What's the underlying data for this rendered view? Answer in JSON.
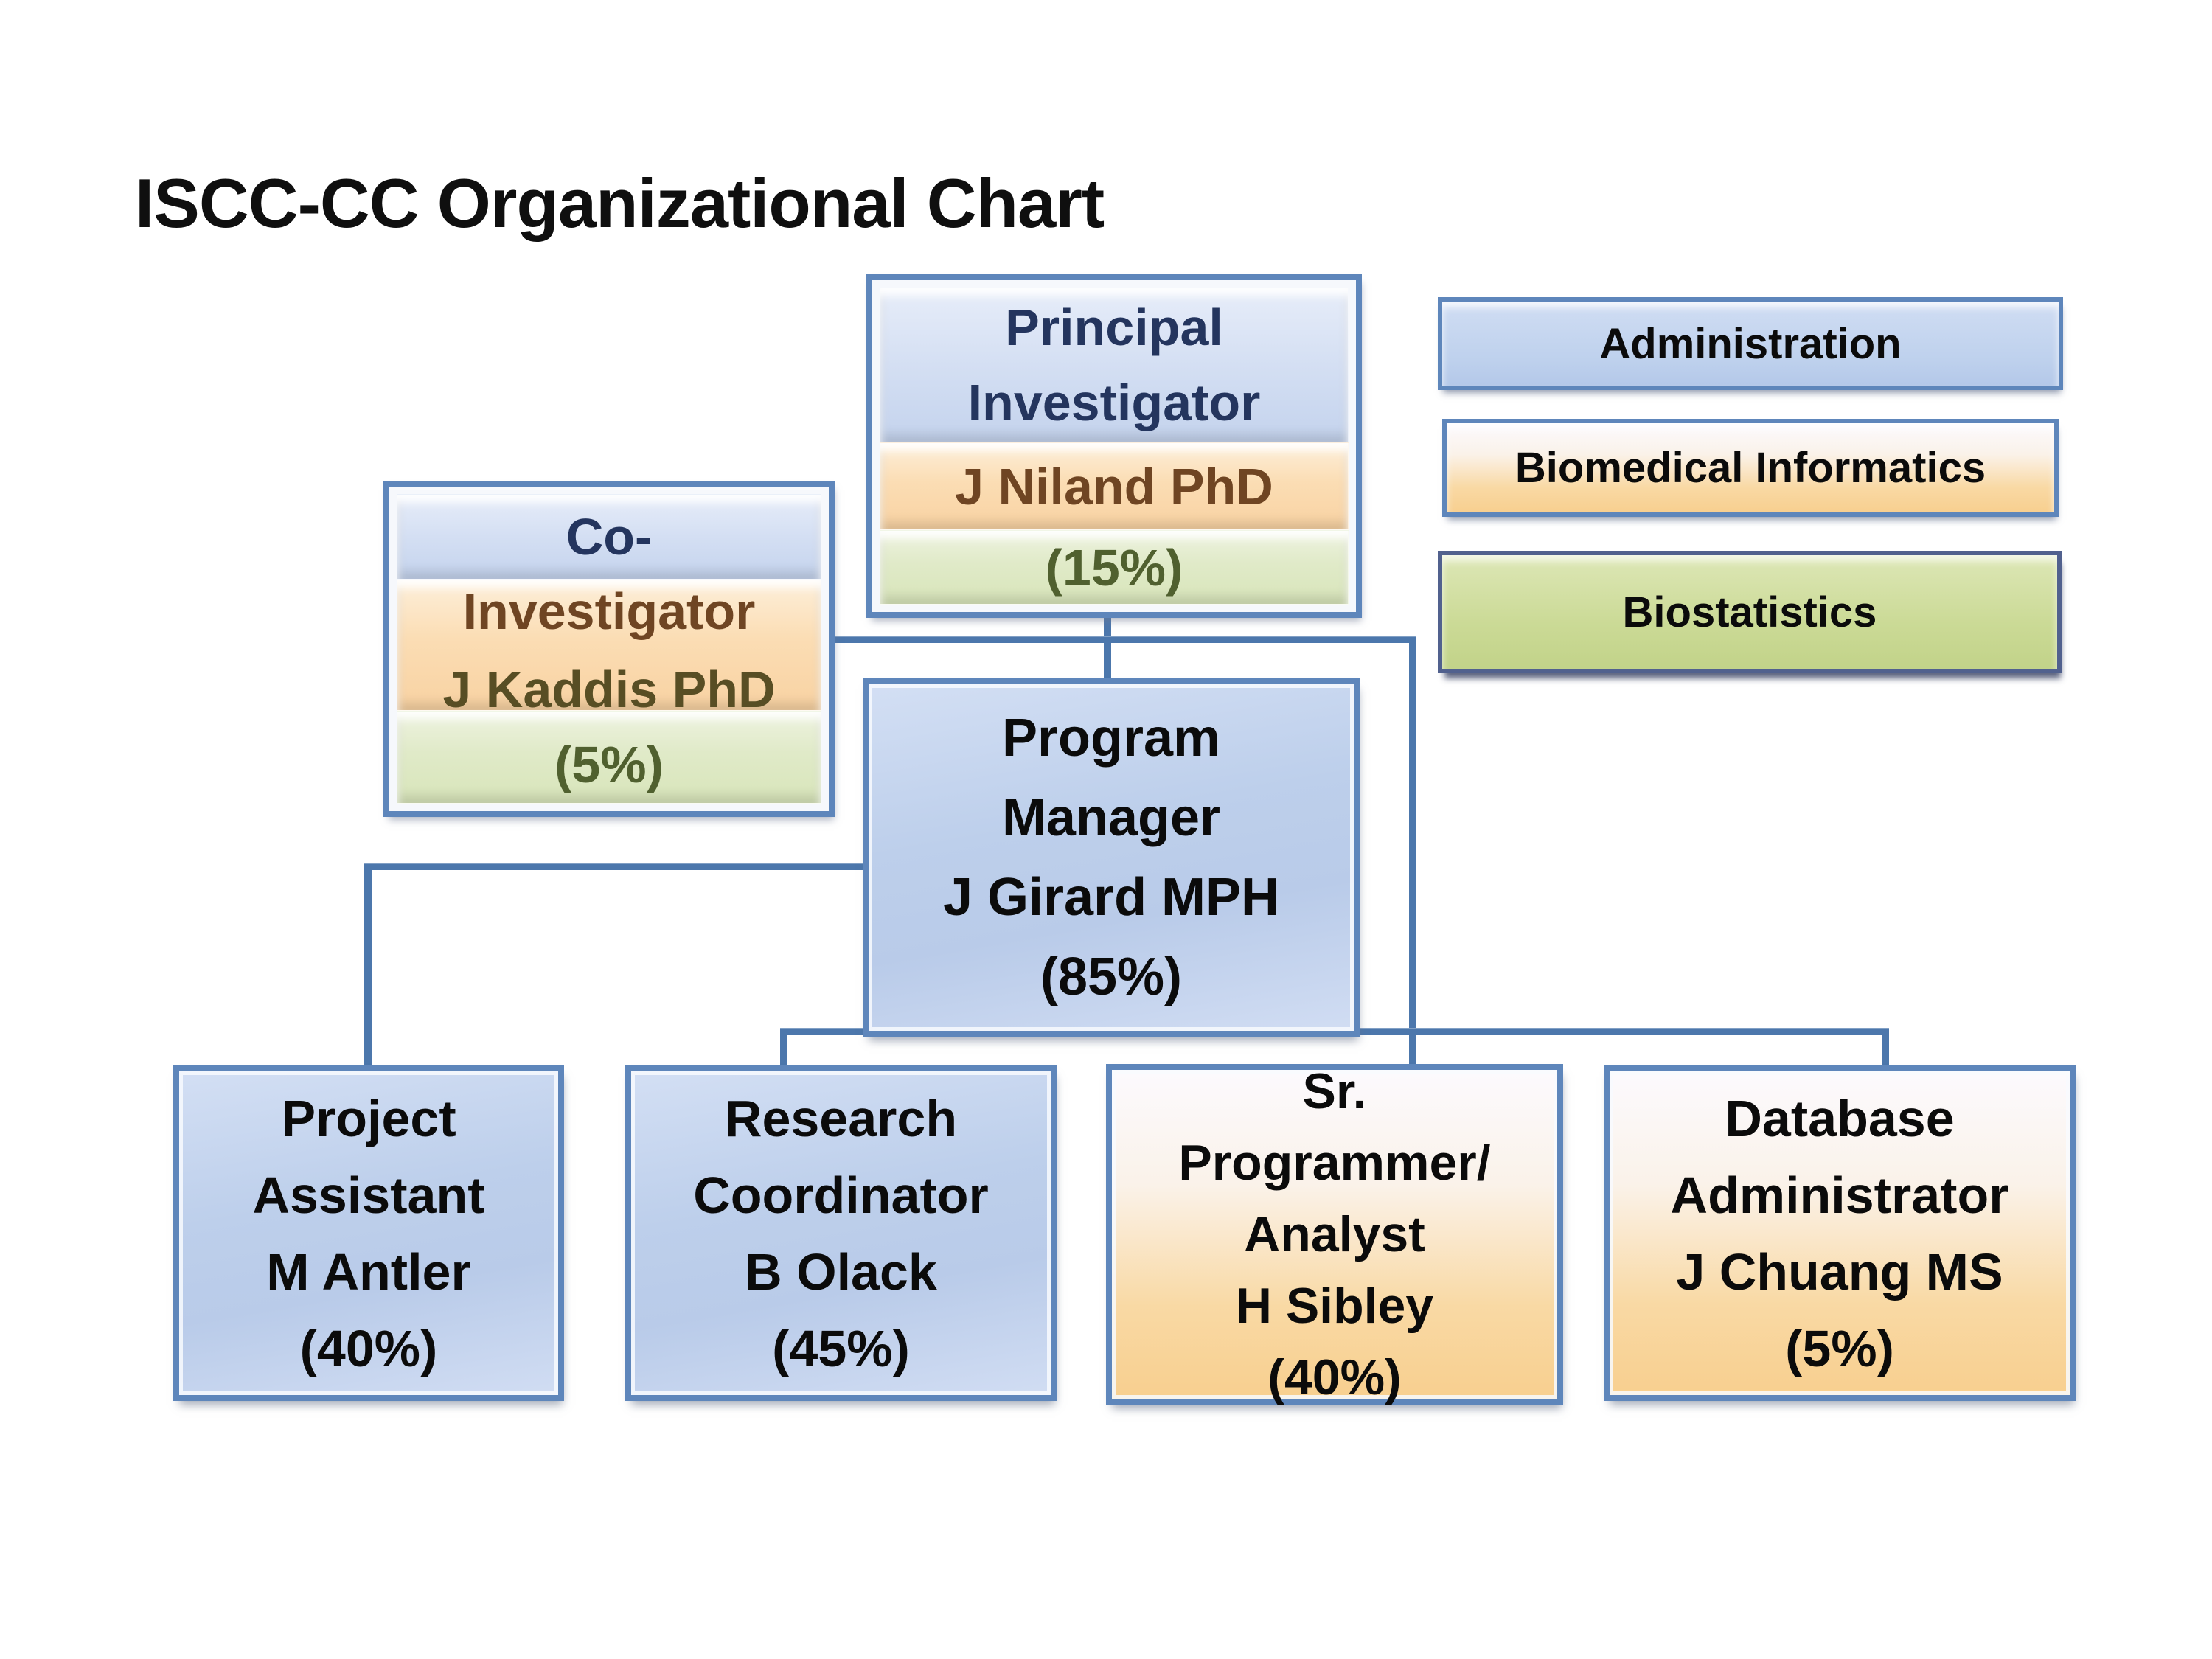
{
  "title": "ISCC-CC Organizational Chart",
  "legend": {
    "administration": "Administration",
    "biomedical_informatics": "Biomedical Informatics",
    "biostatistics": "Biostatistics"
  },
  "org": {
    "principal_investigator": {
      "role1": "Principal",
      "role2": "Investigator",
      "person": "J Niland PhD",
      "effort": "(15%)",
      "departments": [
        "administration",
        "biomedical_informatics",
        "biostatistics"
      ]
    },
    "co_investigator": {
      "role1": "Co-",
      "role2": "Investigator",
      "person": "J Kaddis PhD",
      "effort": "(5%)",
      "departments": [
        "administration",
        "biomedical_informatics",
        "biostatistics"
      ]
    },
    "program_manager": {
      "role1": "Program",
      "role2": "Manager",
      "person": "J Girard MPH",
      "effort": "(85%)",
      "departments": [
        "administration"
      ]
    },
    "project_assistant": {
      "role1": "Project",
      "role2": "Assistant",
      "person": "M Antler",
      "effort": "(40%)",
      "departments": [
        "administration"
      ]
    },
    "research_coordinator": {
      "role1": "Research",
      "role2": "Coordinator",
      "person": "B Olack",
      "effort": "(45%)",
      "departments": [
        "administration"
      ]
    },
    "sr_programmer_analyst": {
      "role1": "Sr.",
      "role2": "Programmer/",
      "role3": "Analyst",
      "person": "H Sibley",
      "effort": "(40%)",
      "departments": [
        "biomedical_informatics"
      ]
    },
    "database_administrator": {
      "role1": "Database",
      "role2": "Administrator",
      "person": "J Chuang MS",
      "effort": "(5%)",
      "departments": [
        "biomedical_informatics"
      ]
    }
  },
  "colors": {
    "background": "#FFFFFF",
    "box_border": "#5E86BB",
    "connector": "#4C77AC",
    "administration_fill": "#BED1ED",
    "biomedical_informatics_top": "#FCFAFE",
    "biomedical_informatics_bottom": "#F8CF8F",
    "biostatistics_fill": "#CBDA96",
    "blue_section_fill": "#C4D3ED",
    "orange_section_fill": "#F8D2A2",
    "green_section_fill": "#D8E5BA",
    "navy_text": "#24355E",
    "brown_text": "#6F4523",
    "olive_text": "#50602F",
    "black_text": "#0B0B0B"
  }
}
